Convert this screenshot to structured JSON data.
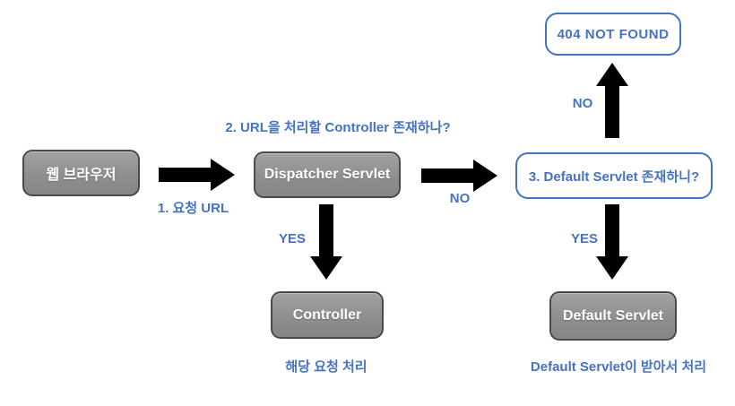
{
  "diagram": {
    "nodes": {
      "web_browser": {
        "label": "웹 브라우저"
      },
      "dispatcher_servlet": {
        "label": "Dispatcher Servlet"
      },
      "controller": {
        "label": "Controller"
      },
      "default_servlet": {
        "label": "Default Servlet"
      },
      "not_found": {
        "label": "404 NOT FOUND"
      },
      "default_servlet_question": {
        "label": "3. Default Servlet 존재하니?"
      }
    },
    "annotations": {
      "request_url": "1. 요청 URL",
      "controller_question": "2. URL을 처리할 Controller 존재하나?",
      "controller_result": "해당 요청 처리",
      "default_servlet_result": "Default Servlet이 받아서 처리"
    },
    "edge_labels": {
      "dispatcher_yes": "YES",
      "dispatcher_no": "NO",
      "question_yes": "YES",
      "question_no": "NO"
    },
    "colors": {
      "accent_blue": "#4472C4",
      "node_gray_fill": "#8e8e8e",
      "node_gray_border": "#4a4a4a",
      "node_text_white": "#ffffff",
      "arrow_black": "#000000",
      "background": "#ffffff"
    }
  }
}
